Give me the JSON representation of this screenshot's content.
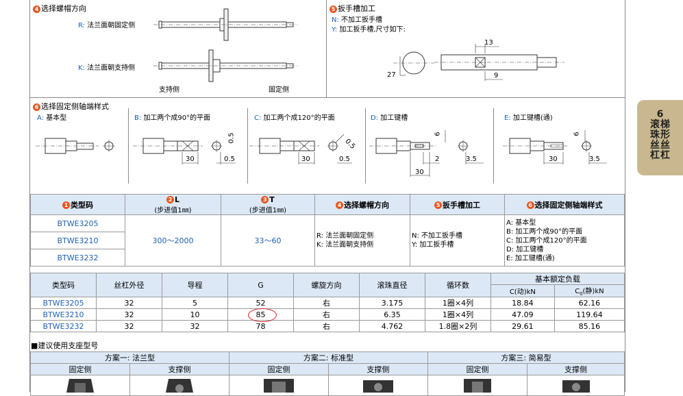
{
  "nut_direction": {
    "num": "4",
    "title": "选择螺帽方向",
    "r_code": "R",
    "r_label": "法兰面朝固定侧",
    "k_code": "K",
    "k_label": "法兰面朝支持侧",
    "support_side": "支持侧",
    "fixed_side": "固定侧"
  },
  "wrench": {
    "num": "5",
    "title": "扳手槽加工",
    "n_code": "N",
    "n_label": "不加工扳手槽",
    "y_code": "Y",
    "y_label": "加工扳手槽,尺寸如下:",
    "dim_13": "13",
    "dim_27": "27",
    "dim_9": "9"
  },
  "shaft_end": {
    "num": "6",
    "title": "选择固定侧轴端样式",
    "a_code": "A",
    "a_label": "基本型",
    "b_code": "B",
    "b_label": "加工两个成90°的平面",
    "c_code": "C",
    "c_label": "加工两个成120°的平面",
    "d_code": "D",
    "d_label": "加工键槽",
    "e_code": "E",
    "e_label": "加工键槽(通)",
    "dim_30": "30",
    "dim_05": "0.5",
    "dim_2": "2",
    "dim_35": "3.5",
    "dim_6": "6"
  },
  "spec_table": {
    "h1_num": "1",
    "h1": "类型码",
    "h2_num": "2",
    "h2_top": "L",
    "h2_sub": "(步进值1㎜)",
    "h3_num": "3",
    "h3_top": "T",
    "h3_sub": "(步进值1㎜)",
    "h4_num": "4",
    "h4": "选择螺帽方向",
    "h5_num": "5",
    "h5": "扳手槽加工",
    "h6_num": "6",
    "h6": "选择固定侧轴端样式",
    "types": [
      "BTWE3205",
      "BTWE3210",
      "BTWE3232"
    ],
    "l_range": "300～2000",
    "t_range": "33～60",
    "nut_r": "R: 法兰面朝固定侧",
    "nut_k": "K: 法兰面朝支持侧",
    "wrench_n": "N: 不加工扳手槽",
    "wrench_y": "Y: 加工扳手槽",
    "end_a": "A: 基本型",
    "end_b": "B: 加工两个成90°的平面",
    "end_c": "C: 加工两个成120°的平面",
    "end_d": "D: 加工键槽",
    "end_e": "E: 加工键槽(通)"
  },
  "dim_table": {
    "headers": [
      "类型码",
      "丝杠外径",
      "导程",
      "G",
      "螺旋方向",
      "滚珠直径",
      "循环数"
    ],
    "load_header": "基本额定负载",
    "load_c": "C(动)kN",
    "load_c0": "C",
    "load_c0_sub": "0",
    "load_c0_tail": "(静)kN",
    "rows": [
      [
        "BTWE3205",
        "32",
        "5",
        "52",
        "右",
        "3.175",
        "1圈×4列",
        "18.84",
        "62.16"
      ],
      [
        "BTWE3210",
        "32",
        "10",
        "85",
        "右",
        "6.35",
        "1圈×4列",
        "47.09",
        "119.64"
      ],
      [
        "BTWE3232",
        "32",
        "32",
        "78",
        "右",
        "4.762",
        "1.8圈×2列",
        "29.61",
        "85.16"
      ]
    ]
  },
  "support": {
    "title": "■建议使用支座型号",
    "plan1": "方案一: 法兰型",
    "plan2": "方案二: 标准型",
    "plan3": "方案三: 简易型",
    "fixed": "固定侧",
    "support": "支撑侧"
  },
  "side_tab": {
    "num": "6",
    "col1": [
      "滚",
      "珠",
      "丝",
      "杠"
    ],
    "col2": [
      "梯",
      "形",
      "丝",
      "杠"
    ]
  },
  "colors": {
    "header_bg": "#dce8f6",
    "accent_blue": "#1e5fb4",
    "circle_orange": "#e8551e",
    "highlight_red": "#d9232a",
    "tab_bg": "#c9b88f"
  }
}
